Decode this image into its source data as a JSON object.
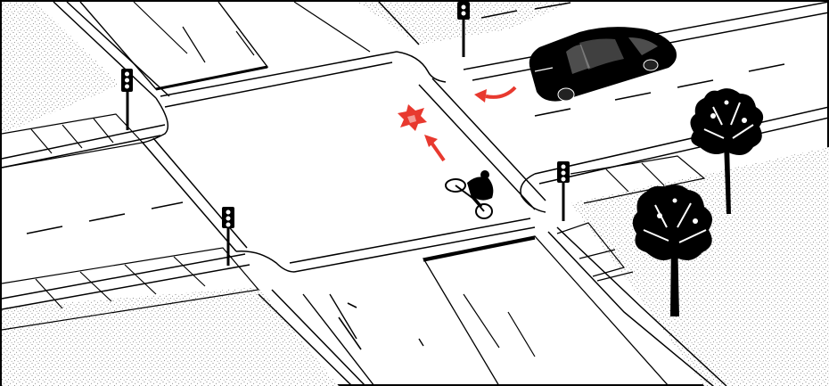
{
  "scene": {
    "type": "intersection-illustration",
    "elements": [
      "road",
      "sidewalk",
      "traffic-signal",
      "car",
      "bicycle-rider",
      "tree",
      "collision-marker",
      "motion-arrow"
    ]
  },
  "colors": {
    "ink": "#000000",
    "paper": "#ffffff",
    "accent": "#e8392f",
    "stipple": "#6b6b6b"
  },
  "icons": {
    "collision": "collision-star-icon",
    "bike_direction": "arrow-up-right-icon",
    "car_direction": "curved-arrow-left-icon"
  }
}
